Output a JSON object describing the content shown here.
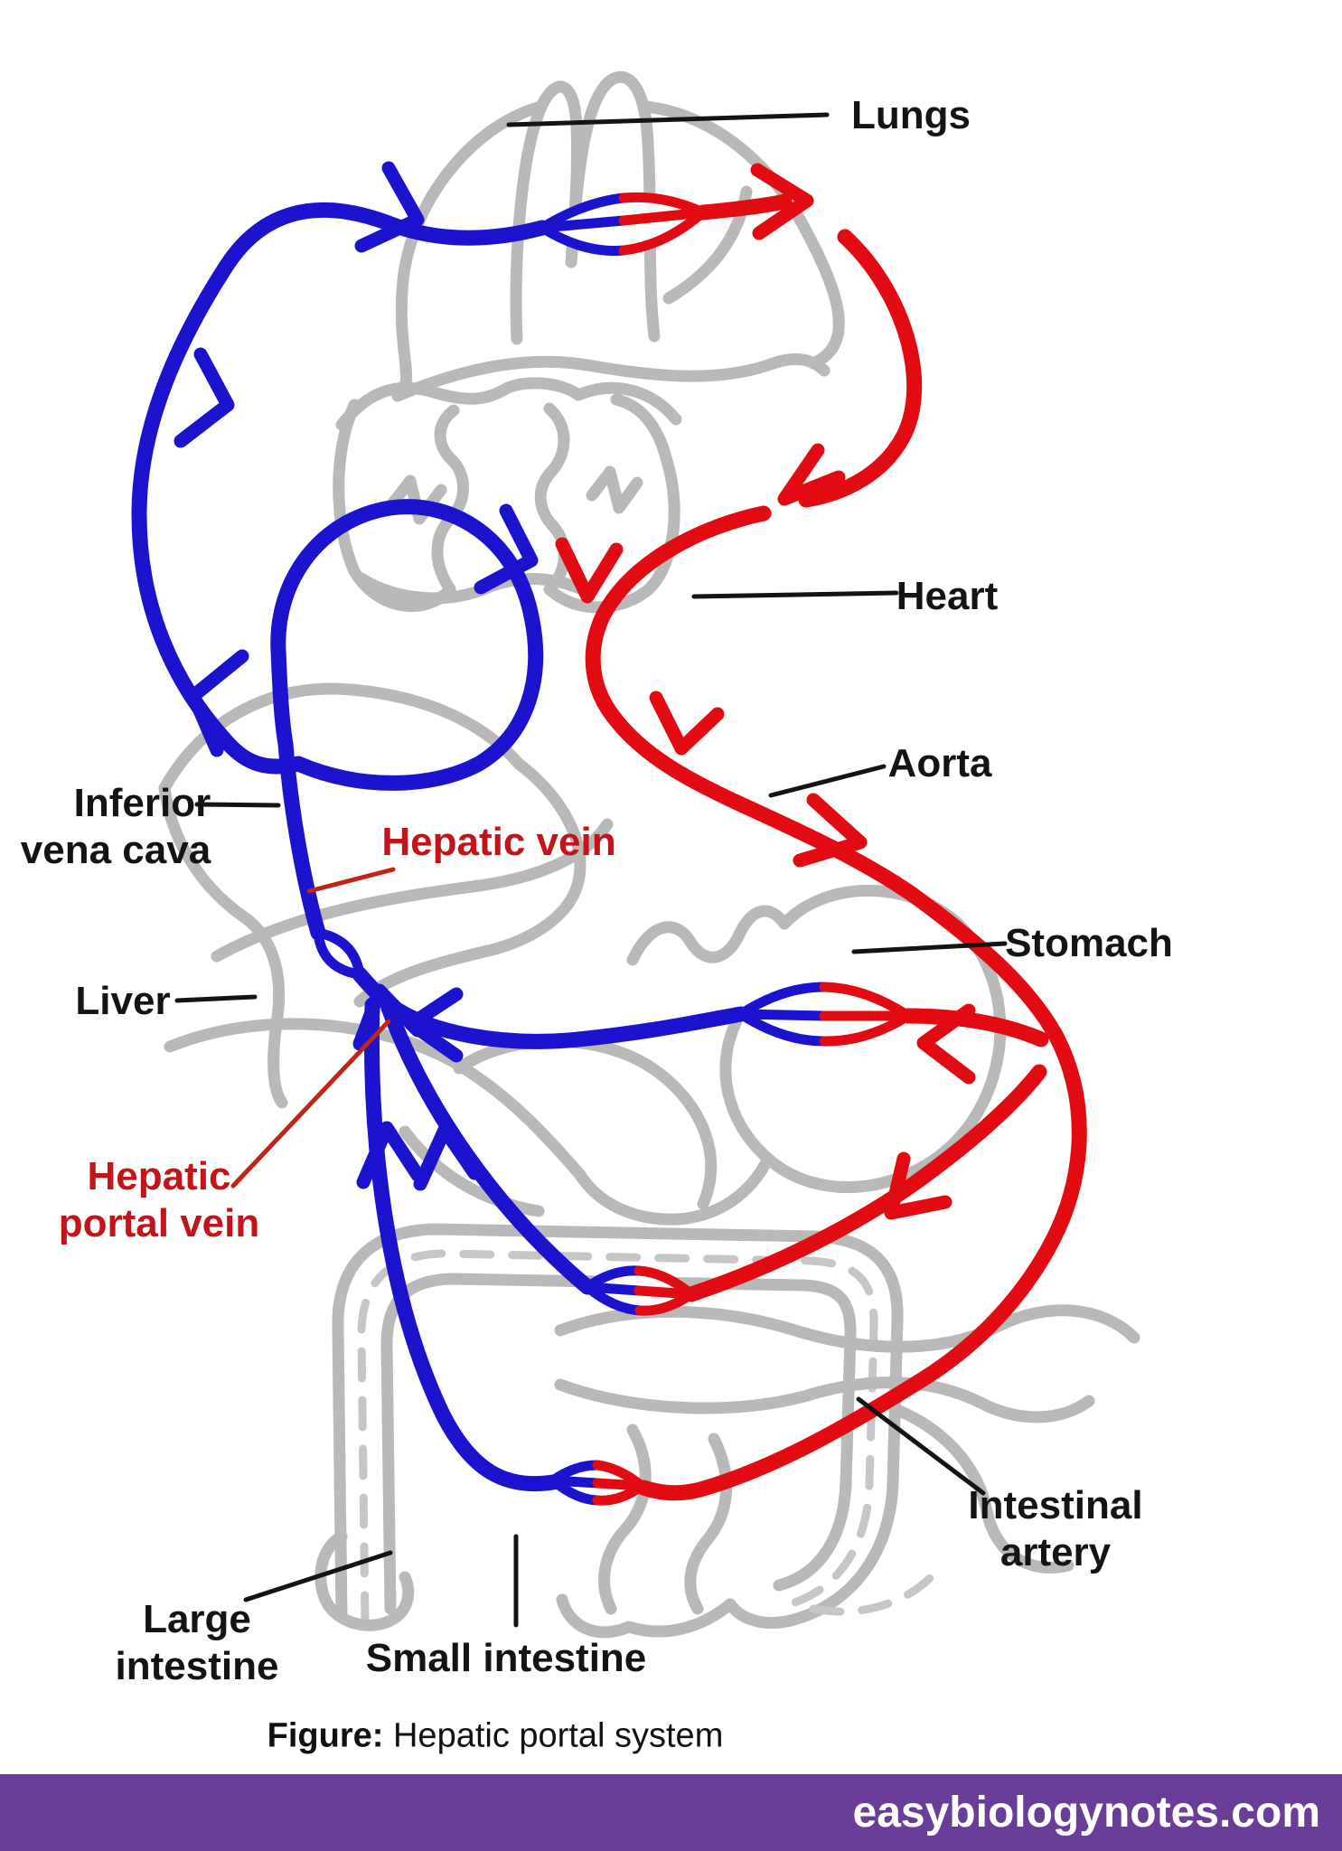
{
  "diagram": {
    "title_semantic": "Hepatic portal system diagram",
    "labels": {
      "lungs": {
        "text": "Lungs",
        "color": "#141414"
      },
      "heart": {
        "text": "Heart",
        "color": "#141414"
      },
      "aorta": {
        "text": "Aorta",
        "color": "#141414"
      },
      "stomach": {
        "text": "Stomach",
        "color": "#141414"
      },
      "inferior_vena_cava": {
        "text": "Inferior\nvena cava",
        "color": "#141414"
      },
      "hepatic_vein": {
        "text": "Hepatic vein",
        "color": "#c41319"
      },
      "liver": {
        "text": "Liver",
        "color": "#141414"
      },
      "hepatic_portal_vein": {
        "text": "Hepatic\nportal vein",
        "color": "#c41319"
      },
      "large_intestine": {
        "text": "Large\nintestine",
        "color": "#141414"
      },
      "small_intestine": {
        "text": "Small intestine",
        "color": "#141414"
      },
      "intestinal_artery": {
        "text": "Intestinal\nartery",
        "color": "#141414"
      }
    },
    "caption": {
      "prefix": "Figure:",
      "text": " Hepatic portal system"
    },
    "colors": {
      "vein_blue": "#1c13cf",
      "artery_red": "#e30b12",
      "organ_gray": "#b9b9b9",
      "label_black": "#141414",
      "label_red": "#c41319",
      "leader_red": "#bf2417",
      "footer_purple": "#6a3e98",
      "footer_text": "#ffffff"
    }
  },
  "footer": {
    "site": "easybiologynotes.com"
  }
}
